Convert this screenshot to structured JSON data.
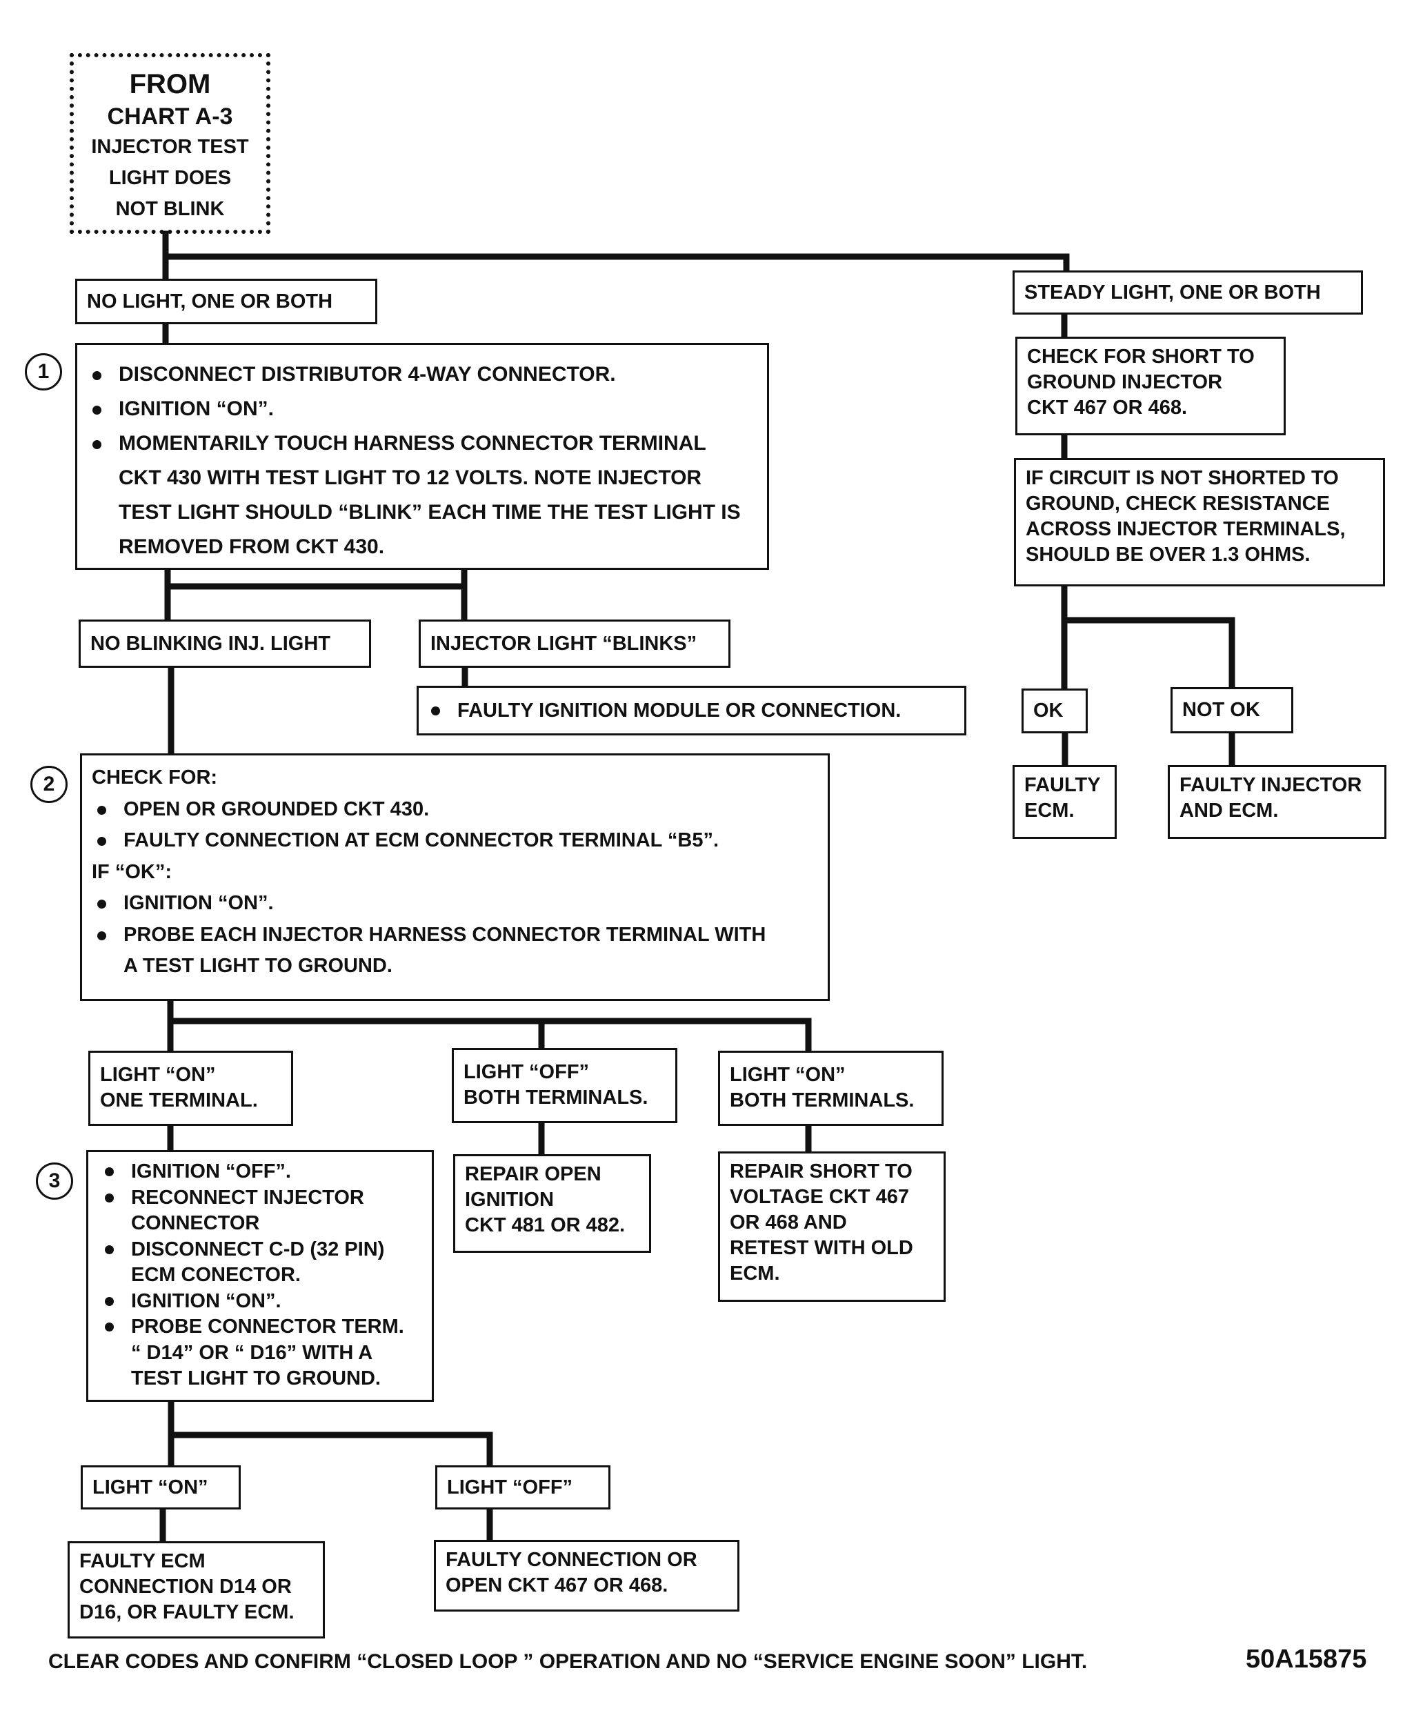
{
  "from": {
    "line1": "FROM",
    "line2": "CHART A-3",
    "line3": "INJECTOR TEST",
    "line4": "LIGHT DOES",
    "line5": "NOT BLINK"
  },
  "branch_no_light": "NO  LIGHT, ONE OR BOTH",
  "branch_steady": "STEADY LIGHT, ONE OR BOTH",
  "step1": {
    "number": "1",
    "bullets": [
      "DISCONNECT DISTRIBUTOR 4-WAY CONNECTOR.",
      "IGNITION “ON”.",
      "MOMENTARILY TOUCH HARNESS CONNECTOR TERMINAL"
    ],
    "continuation": [
      "CKT 430 WITH TEST LIGHT TO 12 VOLTS.  NOTE INJECTOR",
      "TEST LIGHT SHOULD “BLINK” EACH TIME THE TEST LIGHT IS",
      "REMOVED FROM CKT 430."
    ]
  },
  "no_blinking": "NO BLINKING INJ. LIGHT",
  "light_blinks": "INJECTOR LIGHT “BLINKS”",
  "faulty_module": "FAULTY IGNITION MODULE OR CONNECTION.",
  "check_short": [
    "CHECK FOR SHORT TO",
    "GROUND INJECTOR",
    "CKT 467 OR 468."
  ],
  "check_resistance": [
    "IF CIRCUIT IS NOT SHORTED TO",
    "GROUND, CHECK RESISTANCE",
    "ACROSS INJECTOR TERMINALS,",
    "SHOULD BE OVER 1.3 OHMS."
  ],
  "ok": "OK",
  "not_ok": "NOT OK",
  "faulty_ecm": [
    "FAULTY",
    "ECM."
  ],
  "faulty_injector_ecm": [
    "FAULTY INJECTOR",
    "AND ECM."
  ],
  "step2": {
    "number": "2",
    "heading": "CHECK FOR:",
    "bullets_a": [
      "OPEN OR GROUNDED CKT 430.",
      "FAULTY CONNECTION AT ECM CONNECTOR TERMINAL “B5”."
    ],
    "if_ok": "IF “OK”:",
    "bullets_b": [
      "IGNITION “ON”.",
      "PROBE EACH  INJECTOR HARNESS CONNECTOR TERMINAL WITH"
    ],
    "continuation": "A TEST LIGHT TO GROUND."
  },
  "light_on_one": [
    "LIGHT  “ON”",
    "ONE TERMINAL."
  ],
  "light_off_both": [
    "LIGHT  “OFF”",
    "BOTH TERMINALS."
  ],
  "light_on_both": [
    "LIGHT  “ON”",
    "BOTH TERMINALS."
  ],
  "repair_open": [
    "REPAIR OPEN",
    "IGNITION",
    "CKT 481 OR 482."
  ],
  "repair_short": [
    "REPAIR SHORT TO",
    "VOLTAGE CKT 467",
    "OR 468 AND",
    "RETEST WITH OLD",
    "ECM."
  ],
  "step3": {
    "number": "3",
    "items": [
      {
        "bullet": true,
        "text": "IGNITION “OFF”."
      },
      {
        "bullet": true,
        "text": "RECONNECT INJECTOR"
      },
      {
        "bullet": false,
        "text": "CONNECTOR"
      },
      {
        "bullet": true,
        "text": "DISCONNECT C-D (32 PIN)"
      },
      {
        "bullet": false,
        "text": "ECM CONECTOR."
      },
      {
        "bullet": true,
        "text": "IGNITION  “ON”."
      },
      {
        "bullet": true,
        "text": "PROBE CONNECTOR TERM."
      },
      {
        "bullet": false,
        "text": "“ D14”  OR “ D16”  WITH A"
      },
      {
        "bullet": false,
        "text": "TEST LIGHT TO GROUND."
      }
    ]
  },
  "light_on": "LIGHT “ON”",
  "light_off": "LIGHT “OFF”",
  "faulty_ecm_connection": [
    "FAULTY ECM",
    "CONNECTION D14 OR",
    "D16, OR FAULTY ECM."
  ],
  "faulty_connection_open": [
    "FAULTY CONNECTION OR",
    "OPEN CKT  467 OR 468."
  ],
  "footer": "CLEAR CODES AND CONFIRM “CLOSED LOOP ” OPERATION AND NO “SERVICE ENGINE SOON” LIGHT.",
  "figure_number": "50A15875"
}
